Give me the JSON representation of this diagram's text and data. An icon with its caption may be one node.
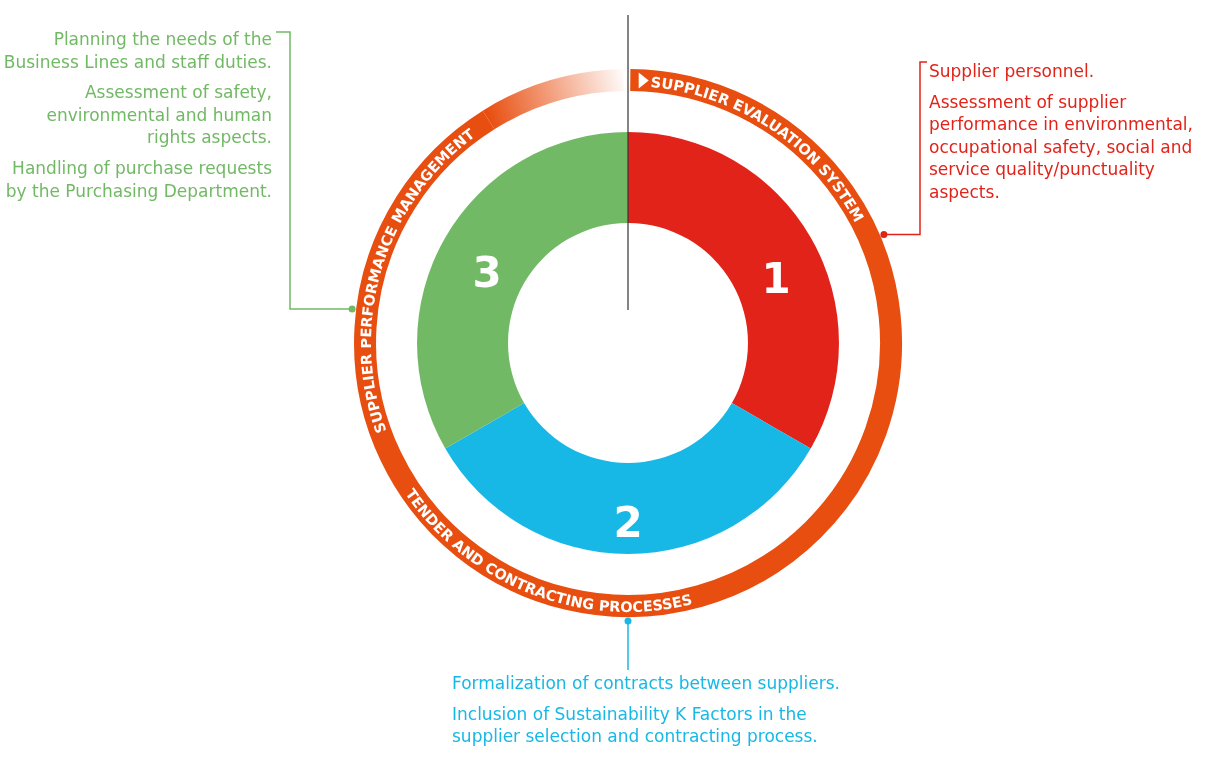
{
  "diagram": {
    "nodes": [
      {
        "text": [
          "SUPPLIER PERFORMANCE MANAGEMENT",
          "SUPPLIER EVALUATION SYSTEM",
          "TENDER AND CONTRACTING PROCESSES"
        ]
      },
      {
        "text": [
          "1"
        ],
        "in": 0
      },
      {
        "text": [
          "2"
        ],
        "in": 0
      },
      {
        "text": [
          "3"
        ],
        "in": 0
      },
      {
        "text": [
          "Supplier personnel.",
          "Assessment of supplier performance in environmental, occupational safety, social and service quality/punctuality aspects."
        ]
      },
      {
        "text": [
          "Formalization of contracts between suppliers.",
          "Inclusion of Sustainability K Factors in the supplier selection and contracting process."
        ]
      },
      {
        "text": [
          "Planning the needs of the Business Lines and staff duties.",
          "Assessment of safety, environmental and human rights aspects.",
          "Handling of purchase requests by the Purchasing Department."
        ]
      }
    ],
    "edges": [
      {
        "from": 4,
        "to": 0,
        "arrow": "other",
        "color": "#e2231a"
      },
      {
        "from": 5,
        "to": 0,
        "arrow": "other",
        "color": "#17b8e6"
      },
      {
        "from": 6,
        "to": 0,
        "arrow": "other",
        "color": "#72b966"
      }
    ]
  }
}
